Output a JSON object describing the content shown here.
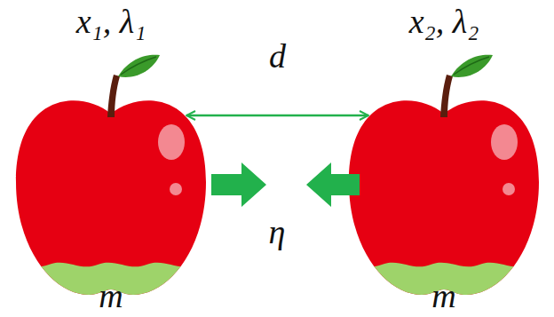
{
  "diagram": {
    "nodes": [
      {
        "text": [
          "x₁, λ₁",
          "m"
        ]
      },
      {
        "text": [
          "x₂, λ₂",
          "m"
        ]
      }
    ],
    "edges": [
      {
        "from": 0,
        "to": 1,
        "arrow": "both",
        "label": "d"
      }
    ],
    "labels": [
      "η"
    ]
  }
}
